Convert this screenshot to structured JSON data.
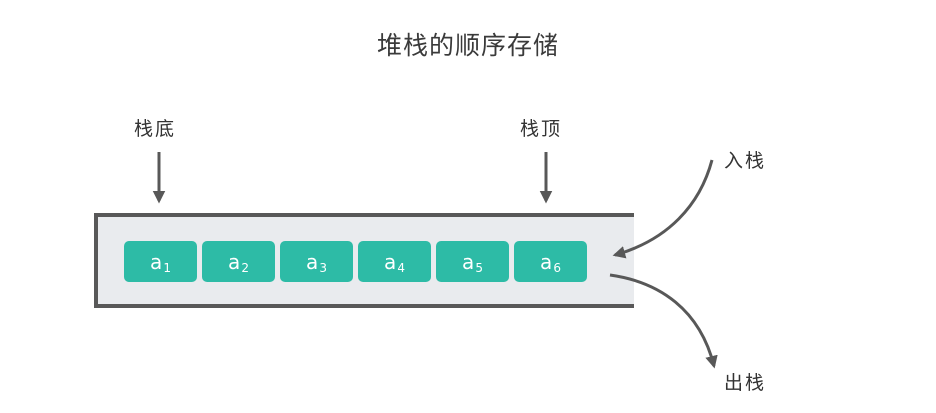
{
  "title": "堆栈的顺序存储",
  "labels": {
    "bottom": "栈底",
    "top": "栈顶",
    "push": "入栈",
    "pop": "出栈"
  },
  "elements": [
    {
      "base": "a",
      "sub": "1"
    },
    {
      "base": "a",
      "sub": "2"
    },
    {
      "base": "a",
      "sub": "3"
    },
    {
      "base": "a",
      "sub": "4"
    },
    {
      "base": "a",
      "sub": "5"
    },
    {
      "base": "a",
      "sub": "6"
    }
  ],
  "colors": {
    "cell": "#2dbba6",
    "container_fill": "#e9ebee",
    "border": "#585858",
    "arrow": "#585858"
  }
}
